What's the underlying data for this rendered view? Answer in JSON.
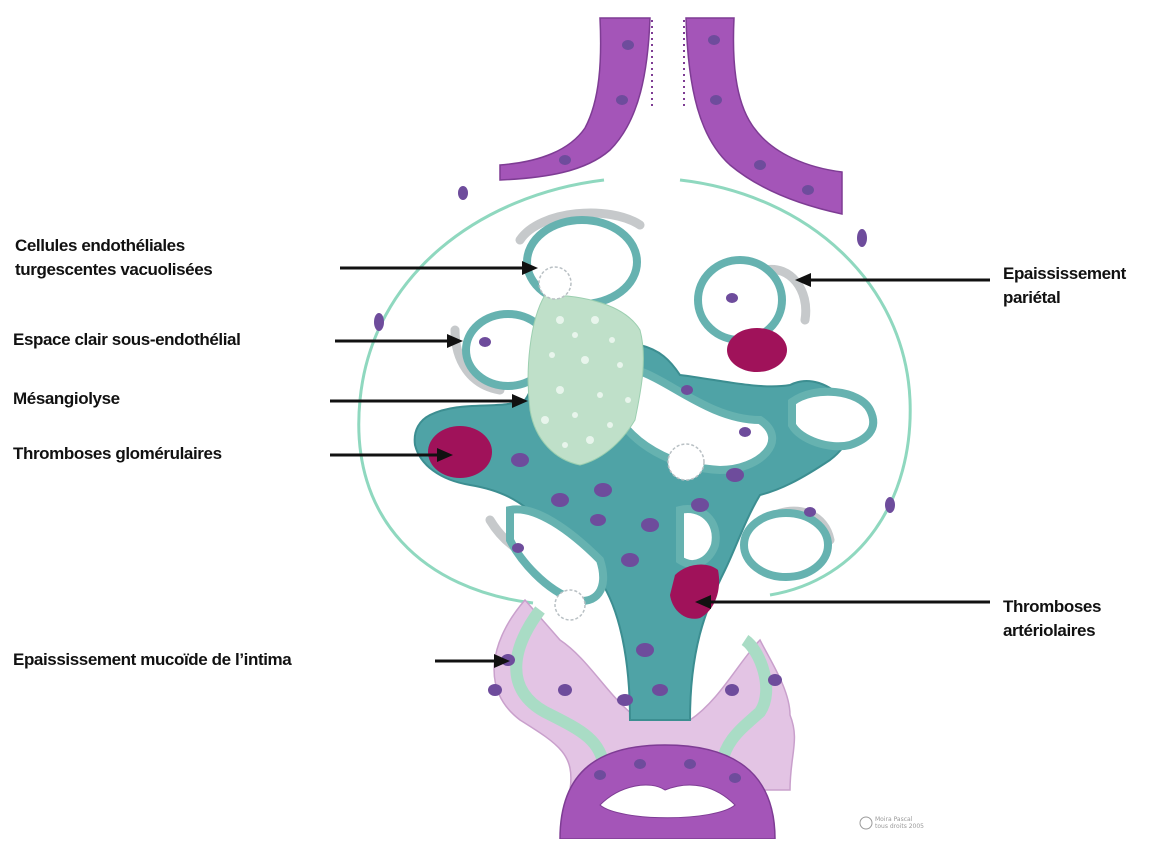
{
  "labels": {
    "endothelial_line1": "Cellules endothéliales",
    "endothelial_line2": "turgescentes vacuolisées",
    "clear_space": "Espace clair sous-endothélial",
    "mesangiolysis": "Mésangiolyse",
    "glomerular_thrombosis": "Thromboses glomérulaires",
    "mucoid_thickening": "Epaississement mucoïde de l’intima",
    "parietal_line1": "Epaississement",
    "parietal_line2": "pariétal",
    "arteriolar_line1": "Thromboses",
    "arteriolar_line2": "artériolaires"
  },
  "signature": {
    "line1": "Moira Pascal",
    "line2": "tous droits 2005"
  },
  "colors": {
    "epithelium_purple": "#a455b8",
    "epithelium_border": "#7e3c94",
    "nucleus_purple": "#6e4c9c",
    "capsule_mint": "#8fd8bf",
    "mesangium_teal": "#4fa3a6",
    "capillary_wall": "#66b2b0",
    "thrombus_magenta": "#a0125a",
    "mesangiolysis_speckle": "#bfe0c9",
    "intima_pink": "#e3c4e4",
    "gray_podocyte": "#c6c9cb",
    "arrow": "#111111"
  }
}
